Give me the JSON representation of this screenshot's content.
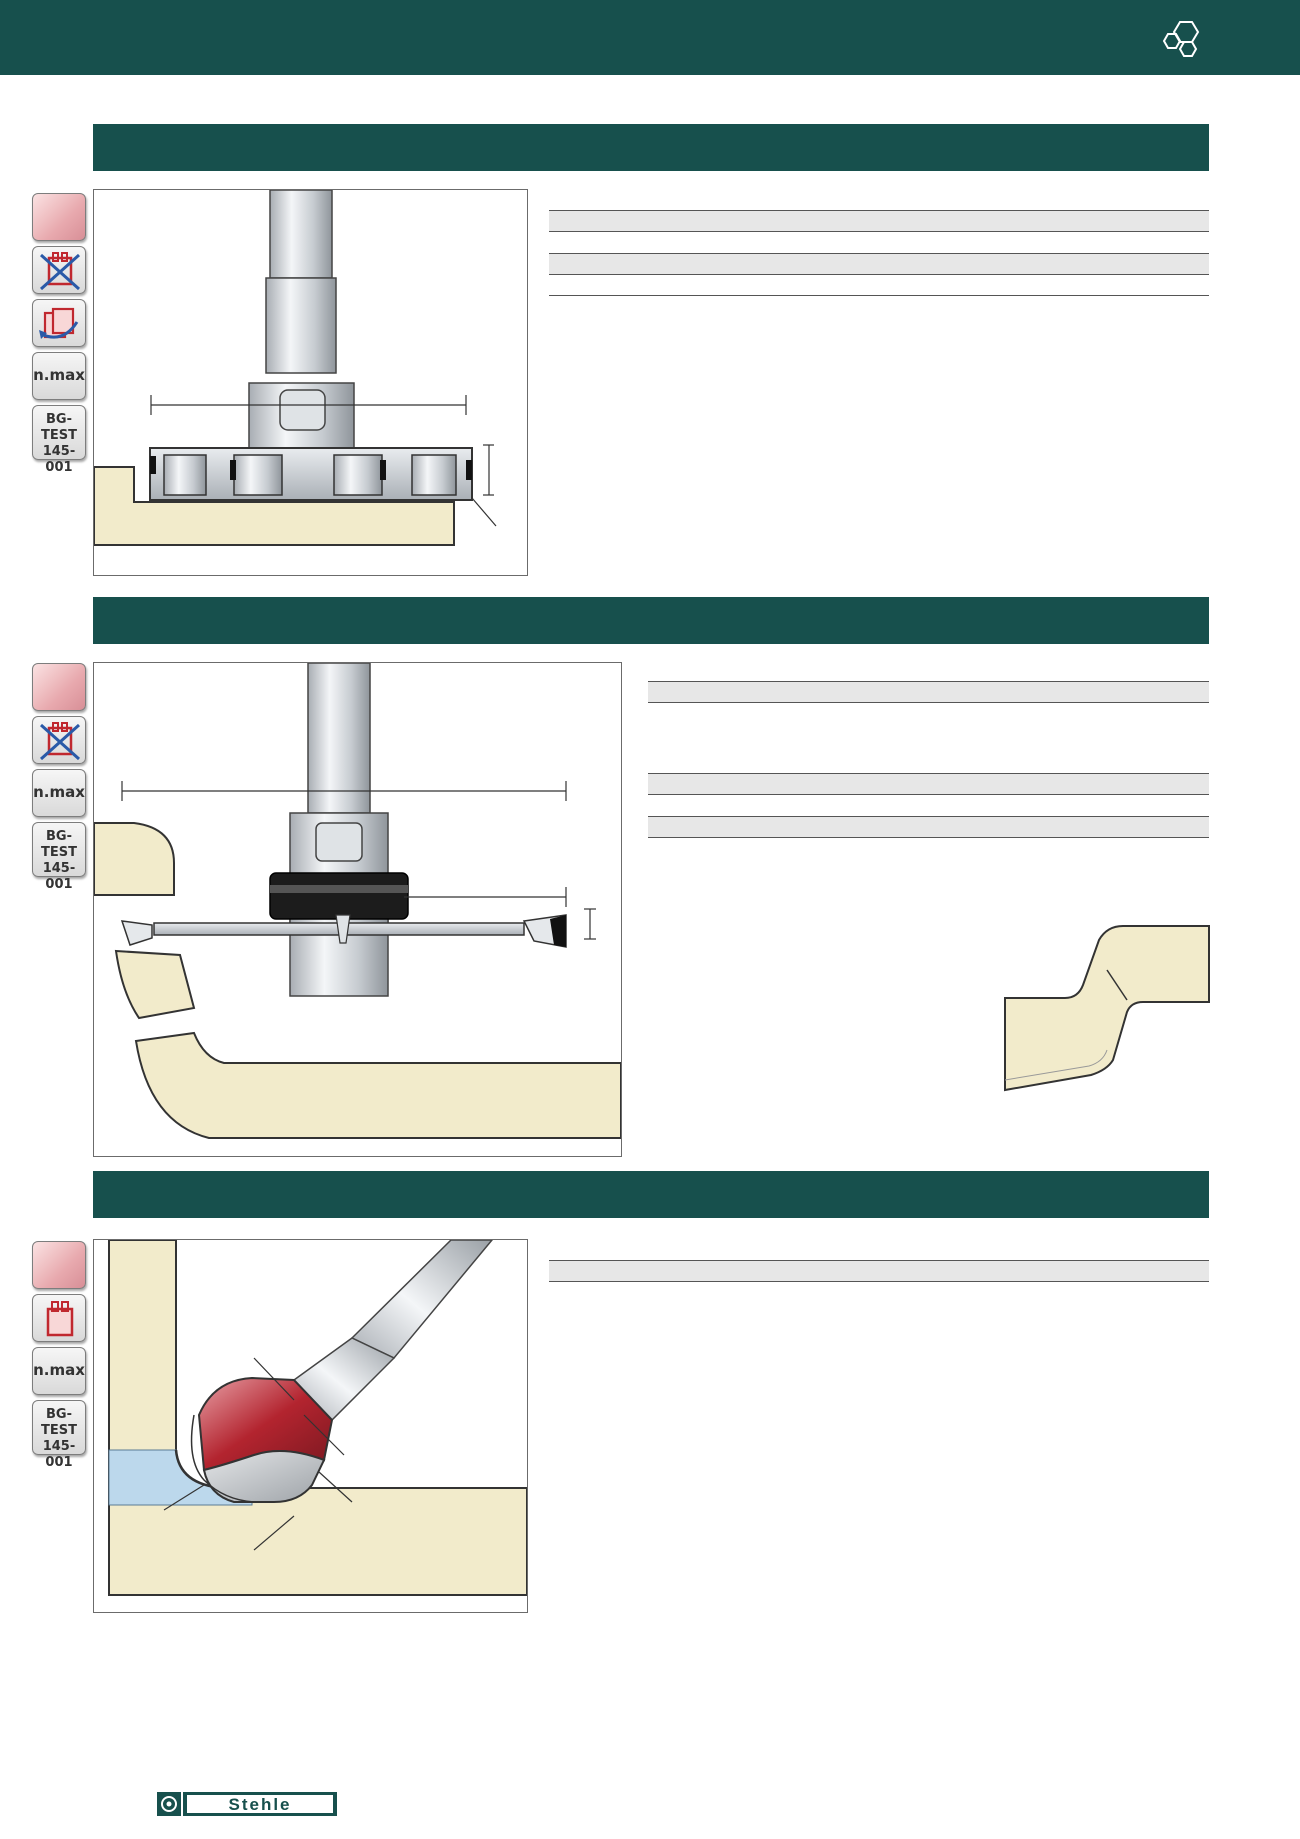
{
  "brand": {
    "name": "Stehle",
    "header_color": "#17504d",
    "accent_red": "#b3242f",
    "workpiece_color": "#f2ebcb"
  },
  "icons": {
    "section1": [
      "material-icon",
      "no-feed-by-hand-icon",
      "feed-direction-icon",
      "n.max",
      "BG-TEST 145-001"
    ],
    "section2": [
      "material-icon",
      "no-feed-by-hand-icon",
      "n.max",
      "BG-TEST 145-001"
    ],
    "section3": [
      "material-icon",
      "hand-feed-icon",
      "n.max",
      "BG-TEST 145-001"
    ]
  },
  "labels": {
    "nmax": "n.max",
    "bgtest_line1": "BG-TEST",
    "bgtest_line2": "145-001"
  }
}
